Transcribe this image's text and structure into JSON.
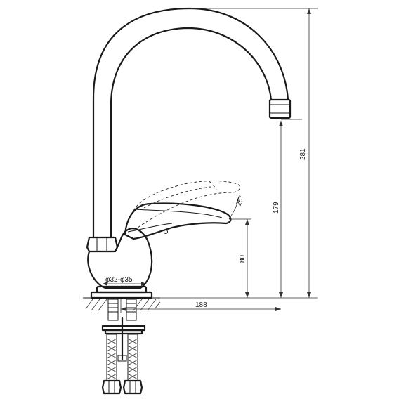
{
  "dimensions": {
    "total_height": "281",
    "spout_height": "179",
    "handle_height": "80",
    "reach": "188",
    "handle_angle": "25°",
    "mount_hole": "φ32-φ35"
  }
}
